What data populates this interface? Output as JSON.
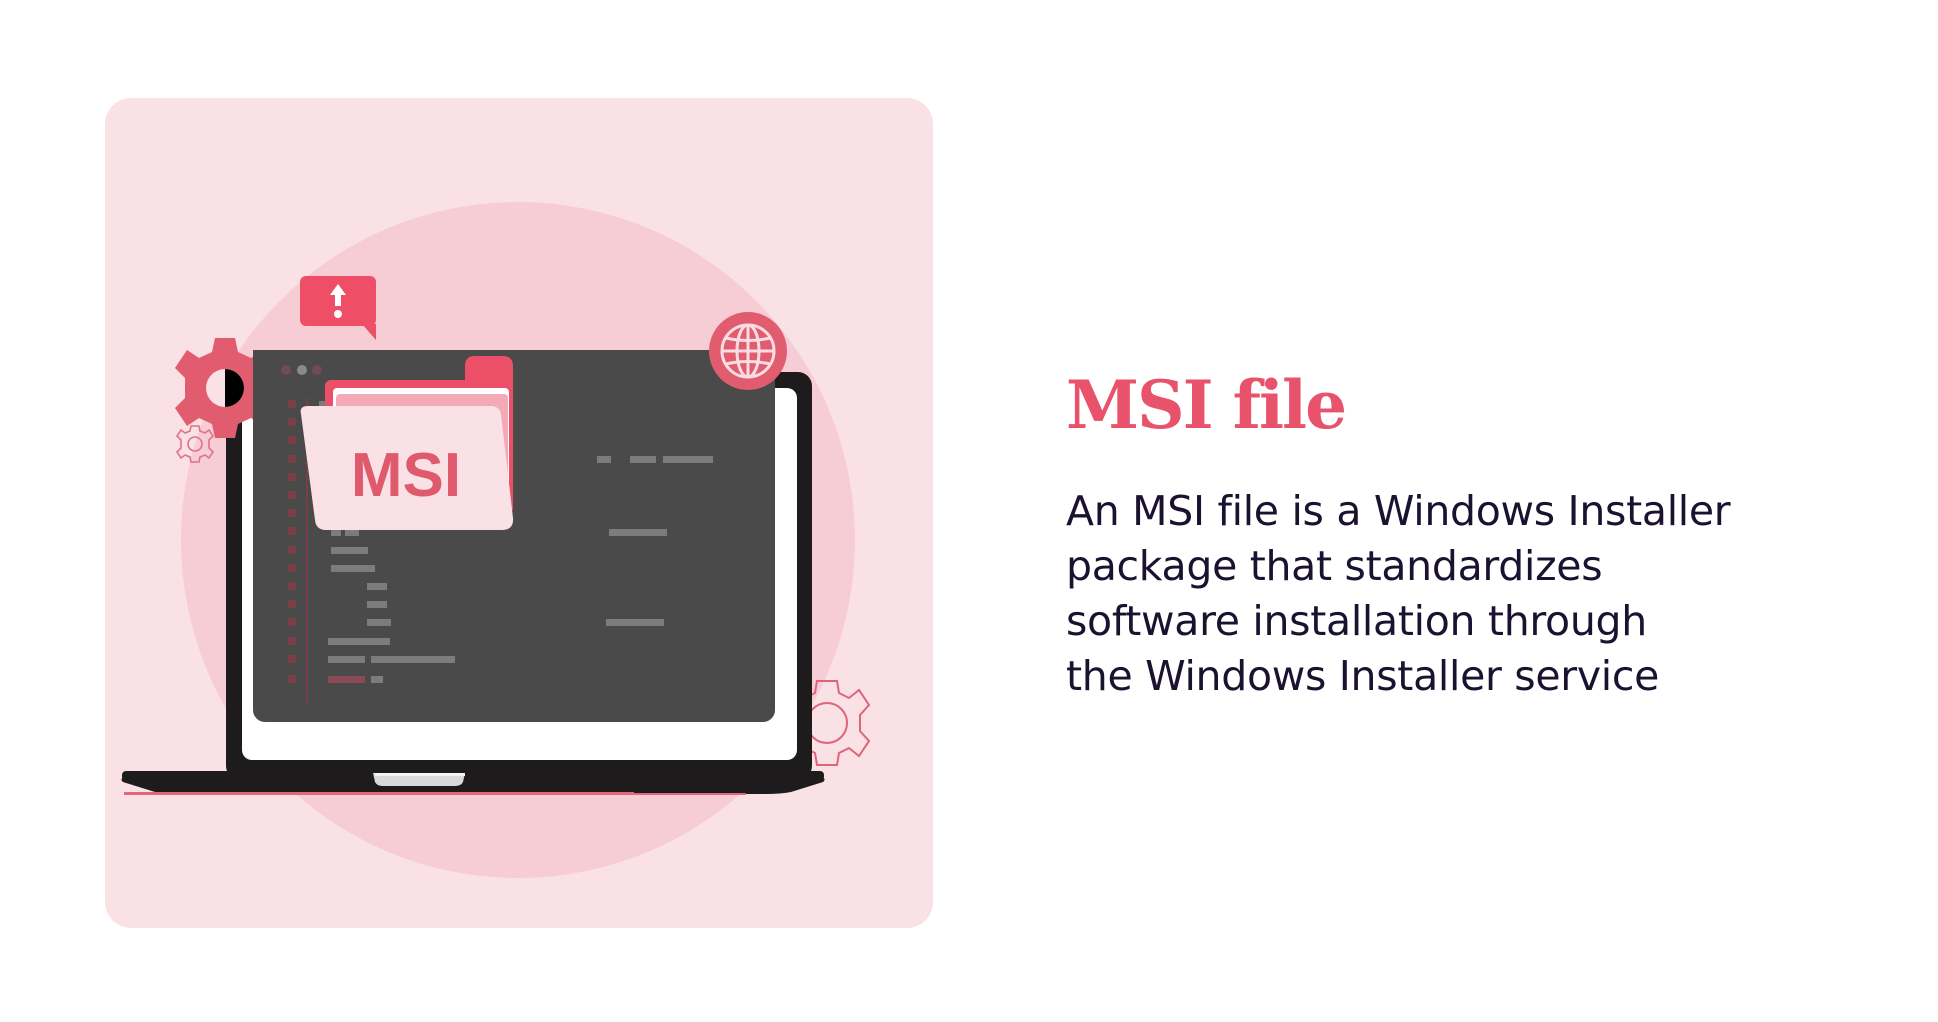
{
  "illustration": {
    "folder_label": "MSI",
    "colors": {
      "card_bg": "#f9e1e5",
      "circle_bg": "#f6cdd5",
      "accent": "#e8526a",
      "screen": "#4a4a4a",
      "laptop_body": "#1e1b1c",
      "code_line": "#7d7b7c",
      "code_line_accent": "#8a4a56"
    },
    "icons": [
      "upload-alert-bubble-icon",
      "globe-icon",
      "gear-icon",
      "small-gear-outline-icon",
      "gear-outline-icon",
      "folder-icon",
      "laptop-icon"
    ]
  },
  "content": {
    "title": "MSI file",
    "description_lines": [
      "An MSI file is a Windows Installer",
      "package that standardizes",
      "software installation through",
      "the Windows Installer service"
    ]
  }
}
